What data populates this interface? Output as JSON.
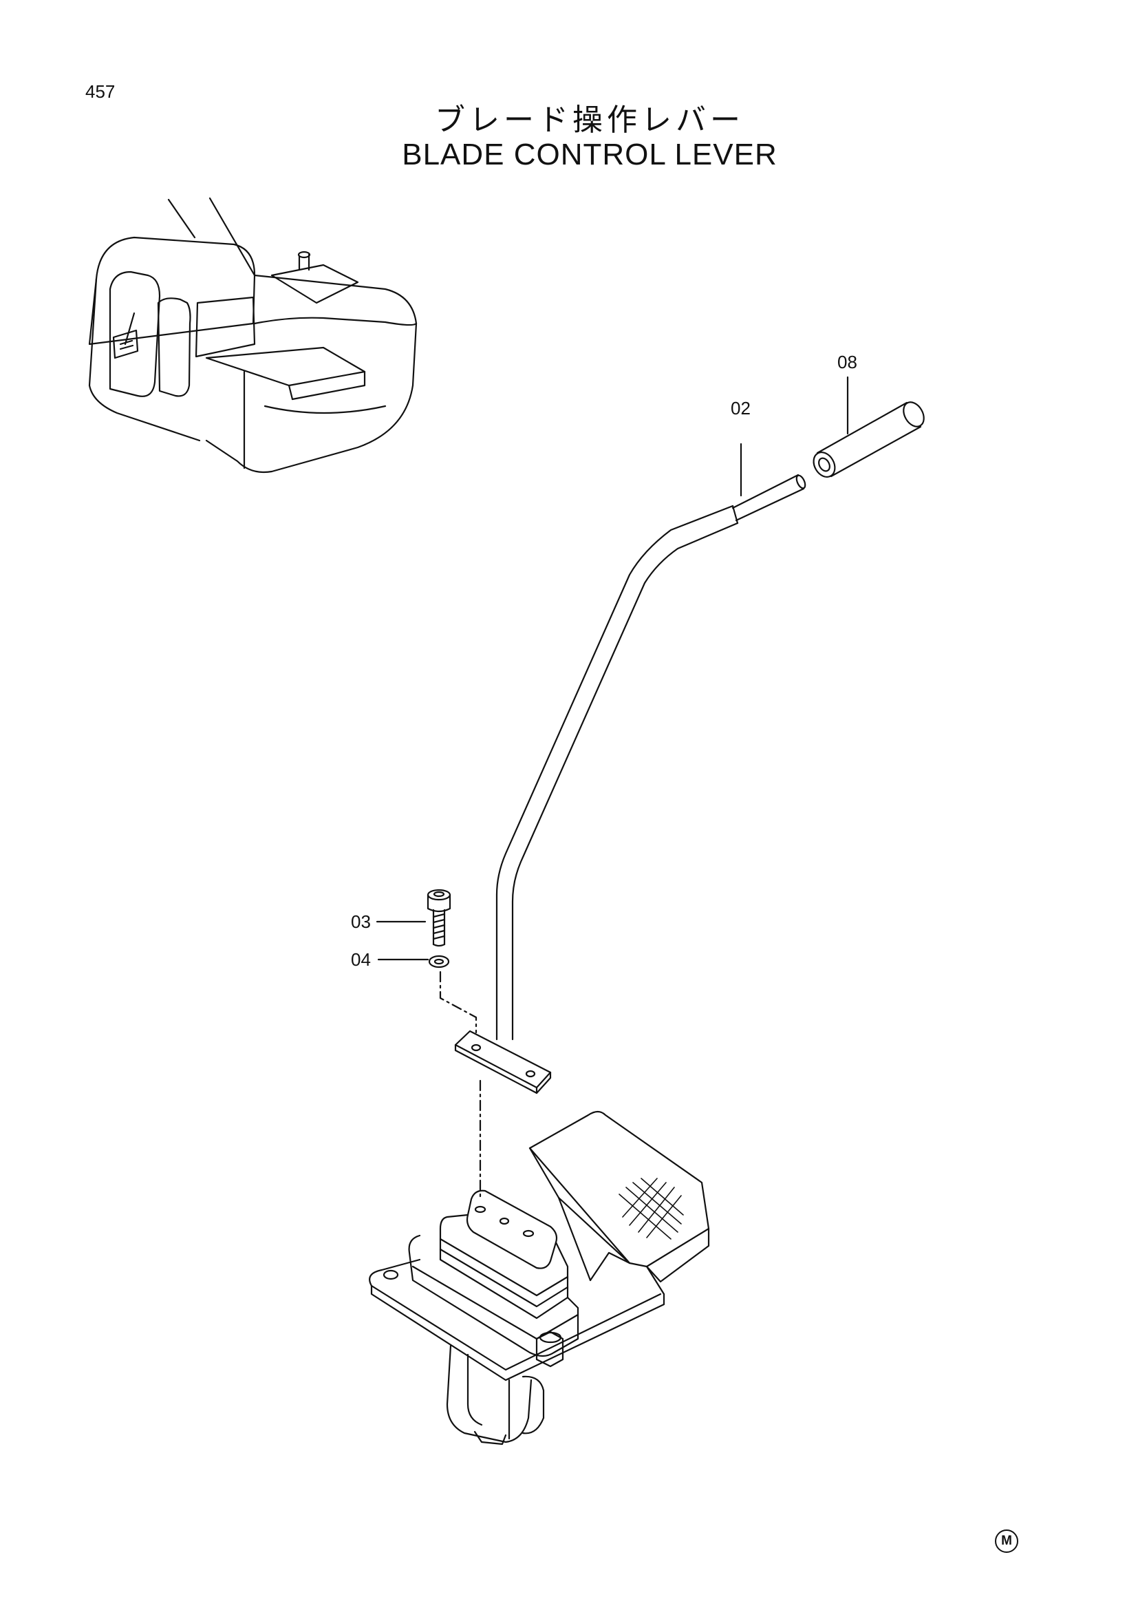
{
  "page_number": "457",
  "title_jp": "ブレード操作レバー",
  "title_en": "BLADE CONTROL LEVER",
  "callouts": [
    {
      "id": "02"
    },
    {
      "id": "03"
    },
    {
      "id": "04"
    },
    {
      "id": "08"
    }
  ],
  "manufacturer_mark": "M",
  "colors": {
    "line": "#111111",
    "background": "#ffffff"
  }
}
